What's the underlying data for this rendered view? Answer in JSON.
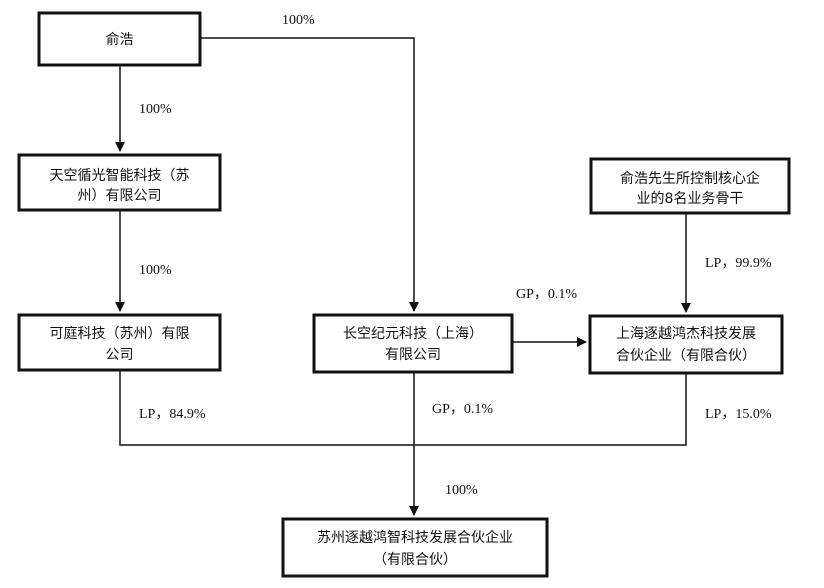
{
  "nodes": {
    "yu_hao": {
      "line1": "俞浩"
    },
    "tiankong": {
      "line1": "天空循光智能科技（苏",
      "line2": "州）有限公司"
    },
    "keting": {
      "line1": "可庭科技（苏州）有限",
      "line2": "公司"
    },
    "changkong": {
      "line1": "长空纪元科技（上海）",
      "line2": "有限公司"
    },
    "key_staff": {
      "line1": "俞浩先生所控制核心企",
      "line2": "业的8名业务骨干"
    },
    "shanghai_lp": {
      "line1": "上海逐越鸿杰科技发展",
      "line2": "合伙企业（有限合伙）"
    },
    "suzhou_lp": {
      "line1": "苏州逐越鸿智科技发展合伙企业",
      "line2": "（有限合伙）"
    }
  },
  "edges": {
    "yu_to_changkong": "100%",
    "yu_to_tiankong": "100%",
    "tiankong_to_keting": "100%",
    "staff_to_shanghai": "LP，99.9%",
    "changkong_to_shanghai": "GP，0.1%",
    "keting_to_suzhou": "LP，84.9%",
    "changkong_to_suzhou": "GP，0.1%",
    "shanghai_to_suzhou": "LP，15.0%",
    "merged_to_suzhou": "100%"
  }
}
